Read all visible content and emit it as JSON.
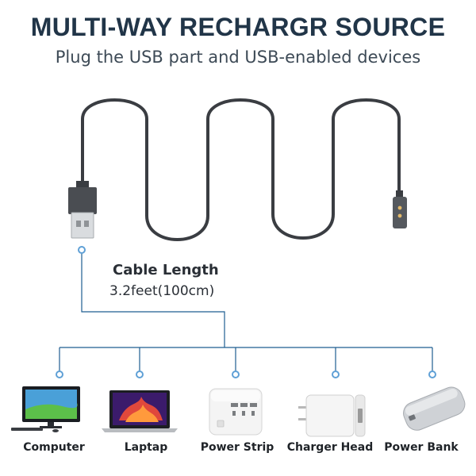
{
  "header": {
    "title": "MULTI-WAY RECHARGR SOURCE",
    "subtitle": "Plug the USB part and USB-enabled devices"
  },
  "cable": {
    "length_label": "Cable Length",
    "length_value": "3.2feet(100cm)"
  },
  "devices": [
    {
      "label": "Computer",
      "icon": "computer-icon"
    },
    {
      "label": "Laptap",
      "icon": "laptop-icon"
    },
    {
      "label": "Power Strip",
      "icon": "power-strip-icon"
    },
    {
      "label": "Charger Head",
      "icon": "charger-head-icon"
    },
    {
      "label": "Power Bank",
      "icon": "power-bank-icon"
    }
  ],
  "colors": {
    "title": "#213548",
    "connector_line": "#1f5e91",
    "cable": "#3a3d42"
  }
}
